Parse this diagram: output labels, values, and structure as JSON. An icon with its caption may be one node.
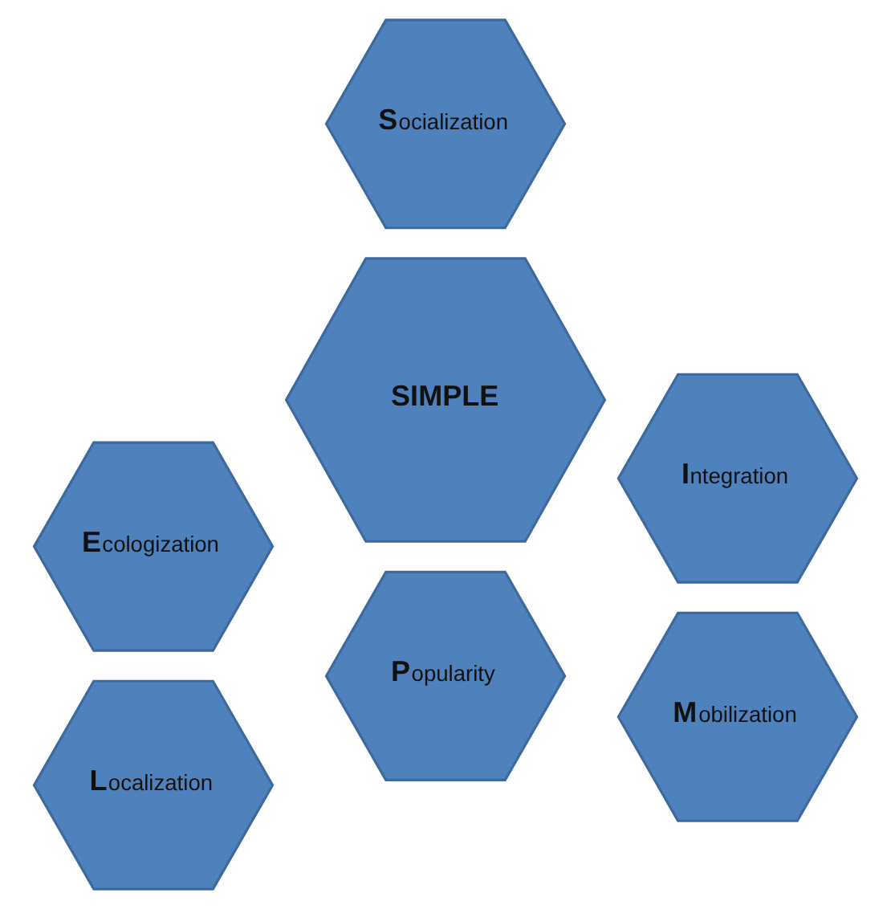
{
  "diagram": {
    "nodes": [
      {
        "text": [
          "Socialization"
        ]
      },
      {
        "text": [
          "Ecologization"
        ]
      },
      {
        "text": [
          "Integration"
        ]
      },
      {
        "text": [
          "SIMPLE"
        ]
      },
      {
        "text": [
          "Localization"
        ]
      },
      {
        "text": [
          "Mobilization"
        ]
      },
      {
        "text": [
          "Popularity"
        ]
      }
    ]
  }
}
